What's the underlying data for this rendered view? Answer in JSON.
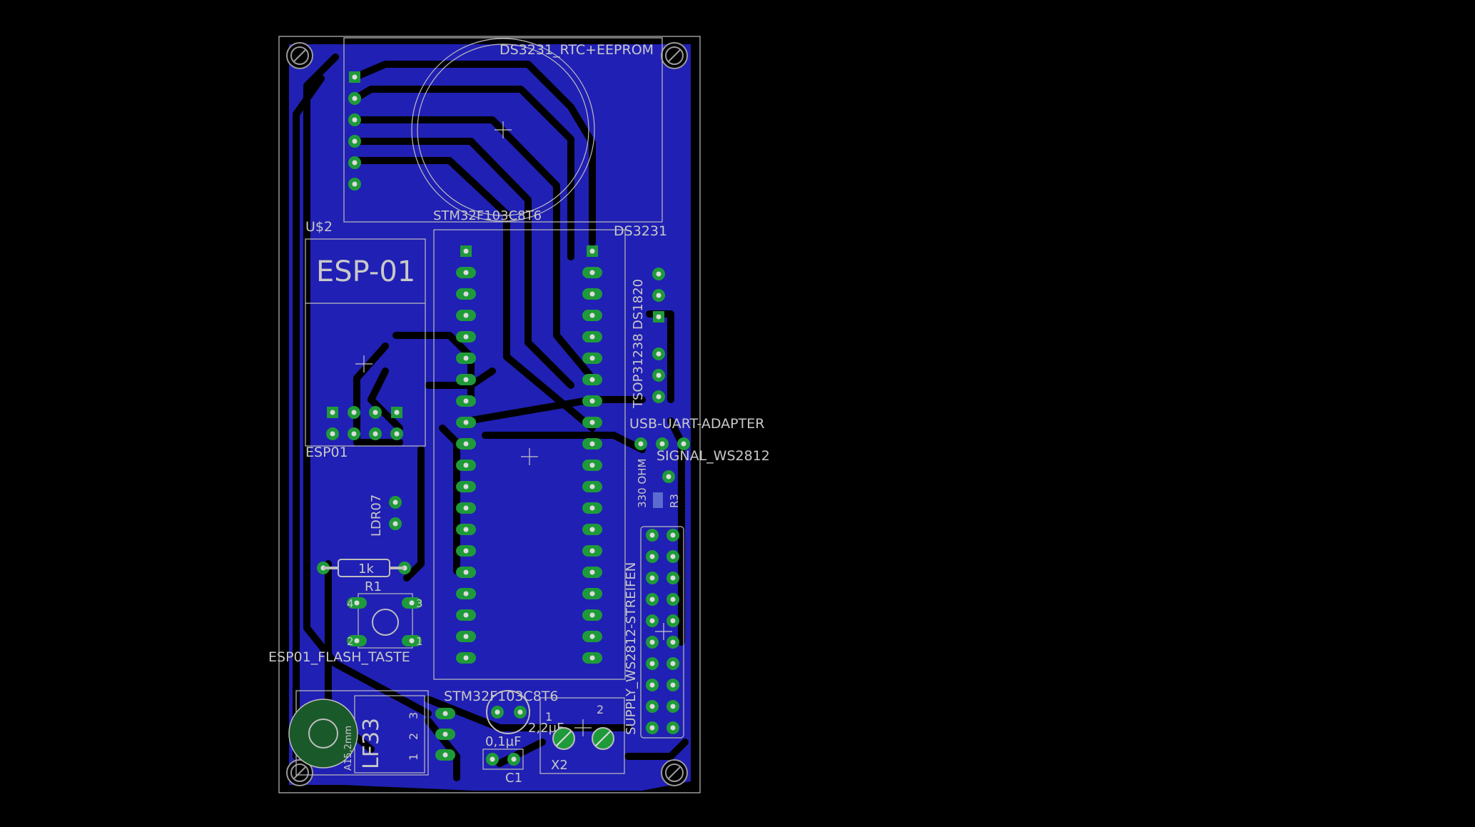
{
  "colors": {
    "background": "#000000",
    "copper": "#2020b4",
    "pad": "#1f9a3a",
    "drill": "#dcdcdc",
    "silkscreen": "#c8c8c8"
  },
  "labels": {
    "ds3231_rtc": "DS3231_RTC+EEPROM",
    "stm32_top": "STM32F103C8T6",
    "ds3231": "DS3231",
    "us2": "U$2",
    "esp01_big": "ESP-01",
    "esp01": "ESP01",
    "ds1820": "DS1820",
    "tsop": "TSOP31238",
    "usb_uart": "USB-UART-ADAPTER",
    "signal_ws2812": "SIGNAL_WS2812",
    "r330": "330 OHM",
    "r3": "R3",
    "ldr": "LDR07",
    "r1_value": "1k",
    "r1": "R1",
    "flash_taste": "ESP01_FLASH_TASTE",
    "supply_ws2812": "SUPPLY_WS2812-STREIFEN",
    "stm32_bottom": "STM32F103C8T6",
    "lf33": "LF33",
    "battery": "A15,2mm",
    "cap_2u2": "2,2µF",
    "cap_0u1": "0,1µF",
    "c1": "C1",
    "x2": "X2",
    "pin1": "1",
    "pin2": "2",
    "pin3": "3",
    "tact1": "1",
    "tact2": "2",
    "tact3": "3",
    "tact4": "4",
    "x2_pin1": "1",
    "x2_pin2": "2"
  }
}
